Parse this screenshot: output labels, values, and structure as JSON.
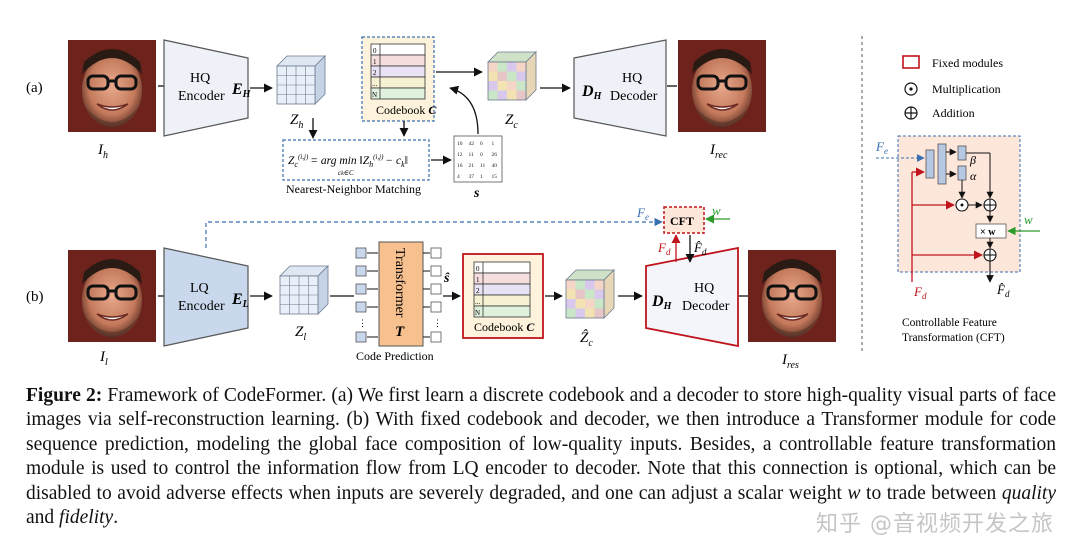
{
  "figure": {
    "row_a_label": "(a)",
    "row_b_label": "(b)",
    "hq_encoder": {
      "line1": "HQ",
      "line2": "Encoder",
      "symbol": "E",
      "sub": "H"
    },
    "lq_encoder": {
      "line1": "LQ",
      "line2": "Encoder",
      "symbol": "E",
      "sub": "L"
    },
    "hq_decoder_a": {
      "line1": "HQ",
      "line2": "Decoder",
      "symbol": "D",
      "sub": "H"
    },
    "hq_decoder_b": {
      "line1": "HQ",
      "line2": "Decoder",
      "symbol": "D",
      "sub": "H"
    },
    "codebook_label": "Codebook",
    "codebook_symbol": "C",
    "codebook_rows": [
      "0",
      "1",
      "2",
      "...",
      "N"
    ],
    "img_labels": {
      "ih": "I",
      "ih_sub": "h",
      "irec": "I",
      "irec_sub": "rec",
      "il": "I",
      "il_sub": "l",
      "ires": "I",
      "ires_sub": "res"
    },
    "z_labels": {
      "zh": "Z",
      "zh_sub": "h",
      "zc": "Z",
      "zc_sub": "c",
      "zl": "Z",
      "zl_sub": "l",
      "zc_hat": "Ẑ",
      "zc_hat_sub": "c"
    },
    "nn_formula_lhs": "Z",
    "nn_formula": "= arg min ‖Z",
    "nn_formula_tail": "− c",
    "nn_matching_label": "Nearest-Neighbor Matching",
    "s_label": "s",
    "s_hat_label": "ŝ",
    "s_matrix": [
      [
        "10",
        "42",
        "6",
        "1"
      ],
      [
        "12",
        "11",
        "0",
        "26"
      ],
      [
        "16",
        "21",
        "11",
        "40"
      ],
      [
        "4",
        "37",
        "1",
        "15"
      ]
    ],
    "transformer_label": "Transformer",
    "transformer_symbol": "T",
    "code_prediction_label": "Code Prediction",
    "cft_label": "CFT",
    "fe_label": "F",
    "fe_sub": "e",
    "fd_label": "F",
    "fd_sub": "d",
    "fd_hat_label": "F̂",
    "w_label": "w",
    "legend": {
      "fixed": "Fixed modules",
      "mult": "Multiplication",
      "add": "Addition"
    },
    "cft_detail": {
      "beta": "β",
      "alpha": "α",
      "xw": "× w",
      "title1": "Controllable Feature",
      "title2": "Transformation (CFT)"
    }
  },
  "caption": {
    "label": "Figure 2:",
    "part1": " Framework of CodeFormer. (a) We first learn a discrete codebook and a decoder to store high-quality visual parts of face images via self-reconstruction learning. (b) With fixed codebook and decoder, we then introduce a Transformer module for code sequence prediction, modeling the global face composition of low-quality inputs. Besides, a controllable feature transformation module is used to control the information flow from LQ encoder to decoder. Note that this connection is optional, which can be disabled to avoid adverse effects when inputs are severely degraded, and one can adjust a scalar weight ",
    "w": "w",
    "part2": " to trade between ",
    "quality": "quality",
    "part3": " and ",
    "fidelity": "fidelity",
    "part4": "."
  },
  "watermark": "知乎 @音视频开发之旅",
  "colors": {
    "fixed_red": "#c0141c",
    "dashed_blue": "#3a6fb0",
    "green_w": "#2a9a2a",
    "transformer_orange": "#f7c08f",
    "cft_bg": "#fde6da"
  }
}
